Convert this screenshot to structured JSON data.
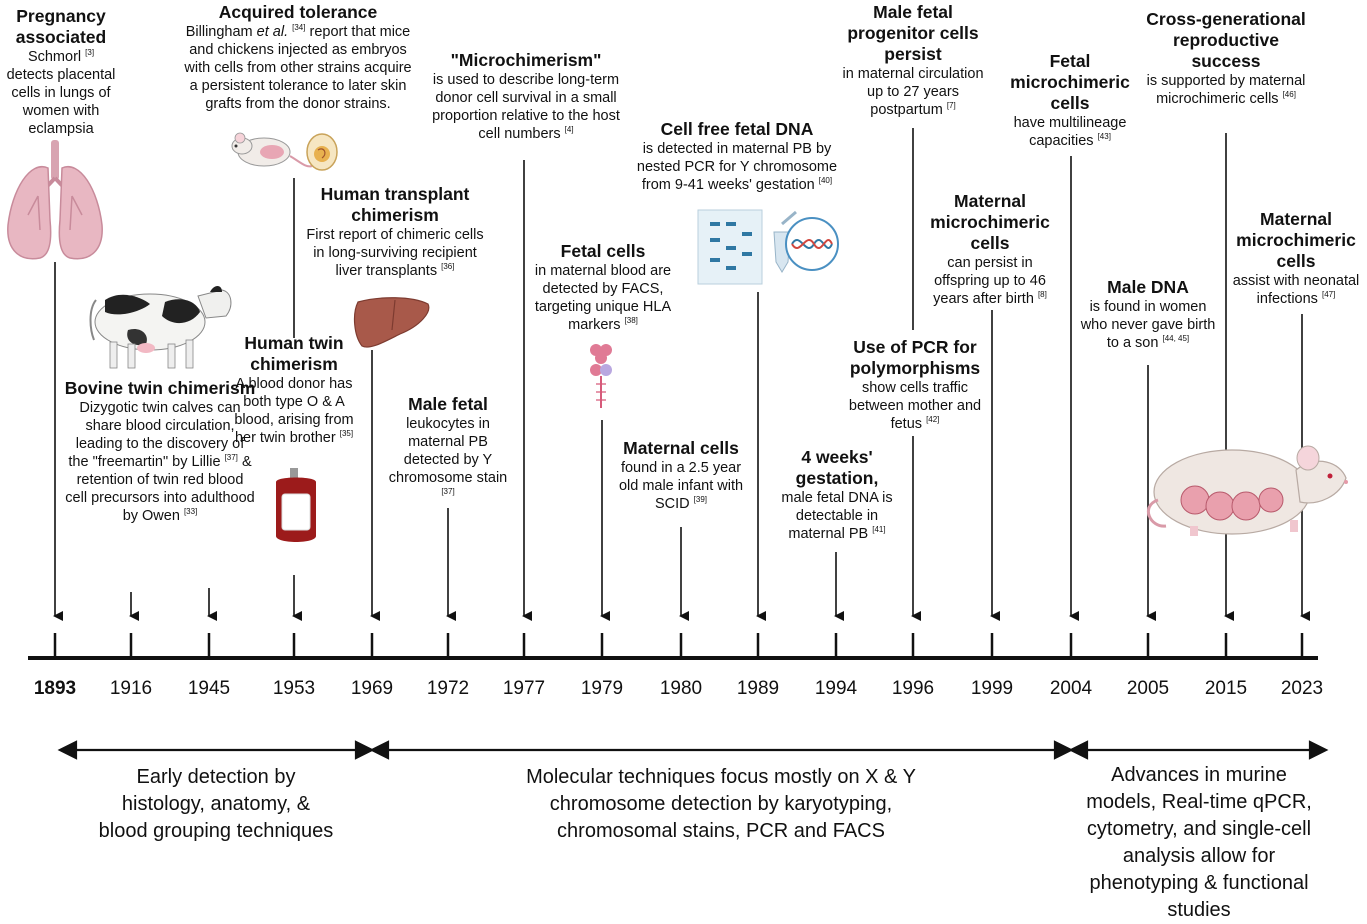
{
  "events": [
    {
      "id": "e1893",
      "title": "Pregnancy associated",
      "desc": "Schmorl",
      "ref": "[3]",
      "desc2": "detects placental cells in lungs of women with eclampsia"
    },
    {
      "id": "e1916",
      "title": "Bovine twin chimerism",
      "desc": "Dizygotic twin calves can share blood circulation, leading to the discovery of the \"freemartin\" by Lillie",
      "ref": "[37]",
      "desc2": "& retention of twin red blood cell precursors into adulthood by Owen",
      "ref2": "[33]"
    },
    {
      "id": "e1945",
      "title": "Acquired tolerance",
      "desc": "Billingham et al.",
      "ref": "[34]",
      "desc2": "report that mice and chickens injected as embryos with cells from other strains acquire a persistent tolerance to later skin grafts from the donor strains."
    },
    {
      "id": "e1953",
      "title": "Human twin chimerism",
      "desc": "A blood donor has both type O & A blood, arising from her twin brother",
      "ref": "[35]"
    },
    {
      "id": "e1969",
      "title": "Human transplant chimerism",
      "desc": "First report of chimeric cells in long-surviving recipient liver transplants",
      "ref": "[36]"
    },
    {
      "id": "e1972",
      "title": "Male fetal",
      "desc": "leukocytes in maternal PB detected by Y chromosome stain",
      "ref": "[37]"
    },
    {
      "id": "e1977",
      "title": "\"Microchimerism\"",
      "desc": "is used to describe long-term donor cell survival in a small proportion relative to the host cell numbers",
      "ref": "[4]"
    },
    {
      "id": "e1979",
      "title": "Fetal cells",
      "desc": "in maternal blood are detected by FACS, targeting unique HLA markers",
      "ref": "[38]"
    },
    {
      "id": "e1980",
      "title": "Maternal cells",
      "desc": "found in a 2.5 year old male infant with SCID",
      "ref": "[39]"
    },
    {
      "id": "e1989",
      "title": "Cell free fetal DNA",
      "desc": "is detected in maternal PB by nested PCR for Y chromosome from 9-41 weeks' gestation",
      "ref": "[40]"
    },
    {
      "id": "e1994",
      "title": "4 weeks' gestation,",
      "desc": "male fetal DNA is detectable in maternal PB",
      "ref": "[41]"
    },
    {
      "id": "e1996a",
      "title": "Male fetal progenitor cells persist",
      "desc": "in maternal circulation up to 27 years postpartum",
      "ref": "[7]"
    },
    {
      "id": "e1996b",
      "title": "Use of PCR for polymorphisms",
      "desc": "show cells traffic between mother and fetus",
      "ref": "[42]"
    },
    {
      "id": "e1999",
      "title": "Maternal microchimeric cells",
      "desc": "can persist in offspring up to 46 years after birth",
      "ref": "[8]"
    },
    {
      "id": "e2004",
      "title": "Fetal microchimeric cells",
      "desc": "have multilineage capacities",
      "ref": "[43]"
    },
    {
      "id": "e2005",
      "title": "Male DNA",
      "desc": "is found in women who never gave birth to a son",
      "ref": "[44, 45]"
    },
    {
      "id": "e2015",
      "title": "Cross-generational reproductive success",
      "desc": "is supported by maternal microchimeric cells",
      "ref": "[46]"
    },
    {
      "id": "e2023",
      "title": "Maternal microchimeric cells",
      "desc": "assist with neonatal infections",
      "ref": "[47]"
    }
  ],
  "years": [
    "1893",
    "1916",
    "1945",
    "1953",
    "1969",
    "1972",
    "1977",
    "1979",
    "1980",
    "1989",
    "1994",
    "1996",
    "1999",
    "2004",
    "2005",
    "2015",
    "2023"
  ],
  "eras": [
    {
      "text": "Early detection by histology, anatomy, & blood grouping techniques"
    },
    {
      "text": "Molecular techniques focus mostly on X & Y chromosome detection by karyotyping, chromosomal stains, PCR and FACS"
    },
    {
      "text": "Advances in murine models, Real-time qPCR, cytometry, and single-cell analysis allow for phenotyping & functional studies"
    }
  ],
  "icons": [
    "lungs-icon",
    "cow-icon",
    "mouse-icon",
    "egg-icon",
    "blood-bag-icon",
    "liver-icon",
    "cell-icon",
    "gel-icon",
    "dna-icon",
    "pregnant-mouse-icon"
  ],
  "colors": {
    "line": "#111111",
    "lungs": "#e8b7c2",
    "liver": "#a8594a",
    "blood": "#9c1b1b",
    "mouse": "#efe7e2"
  }
}
